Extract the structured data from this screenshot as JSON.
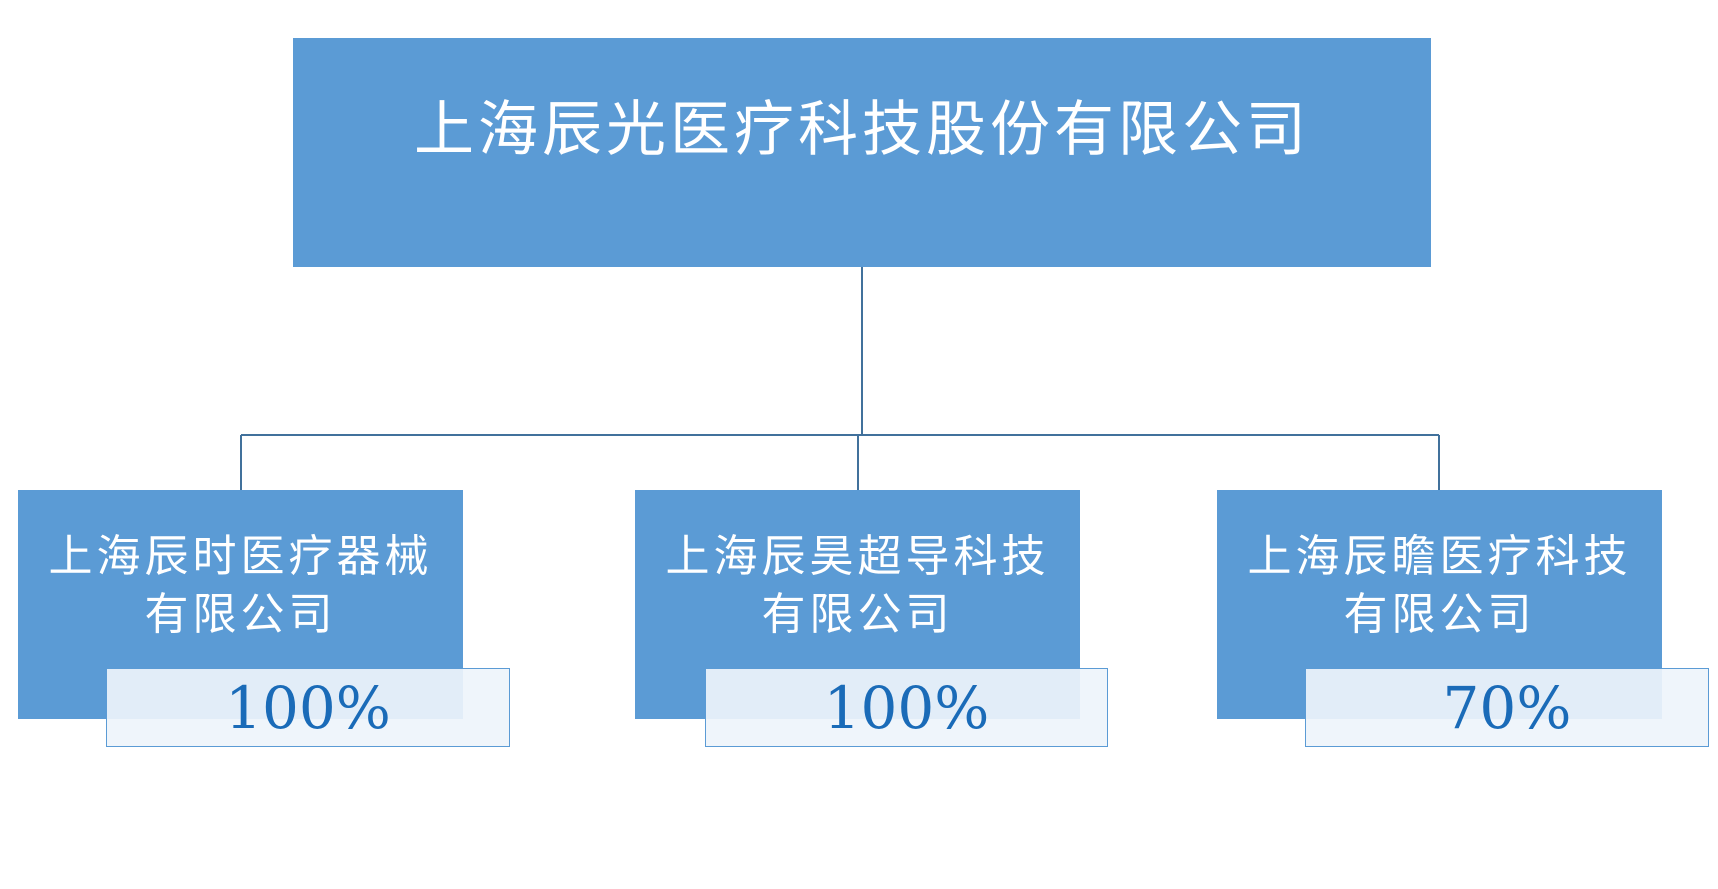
{
  "parent": {
    "label": "上海辰光医疗科技股份有限公司"
  },
  "subsidiaries": [
    {
      "line1": "上海辰时医疗器械",
      "line2": "有限公司",
      "stake": "100%"
    },
    {
      "line1": "上海辰昊超导科技",
      "line2": "有限公司",
      "stake": "100%"
    },
    {
      "line1": "上海辰瞻医疗科技",
      "line2": "有限公司",
      "stake": "70%"
    }
  ],
  "colors": {
    "box_fill": "#5b9bd5",
    "connector": "#41719c",
    "stake_text": "#1a6bb8"
  }
}
